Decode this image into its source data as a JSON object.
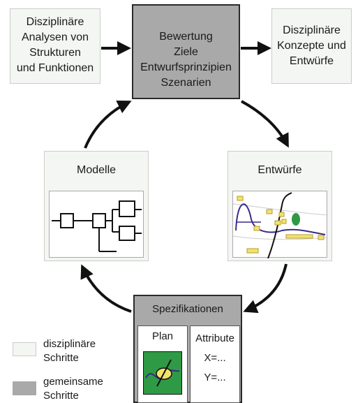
{
  "boxes": {
    "analysis": [
      "Disziplinäre",
      "Analysen von",
      "Strukturen",
      "und Funktionen"
    ],
    "center": [
      "Bewertung",
      "Ziele",
      "Entwurfsprinzipien",
      "Szenarien"
    ],
    "concepts": [
      "Disziplinäre",
      "Konzepte und",
      "Entwürfe"
    ],
    "models": "Modelle",
    "designs": "Entwürfe",
    "spec": "Spezifikationen",
    "plan": "Plan",
    "attributes": [
      "Attribute",
      "X=...",
      "Y=..."
    ]
  },
  "legend": {
    "disciplinary": [
      "disziplinäre",
      "Schritte"
    ],
    "common": [
      "gemeinsame",
      "Schritte"
    ]
  },
  "colors": {
    "light_box": "#f4f6f3",
    "dark_box": "#a9a9a9",
    "curve": "#3a2a8a",
    "marker": "#f2e36b",
    "plan_bg": "#2f9a45"
  }
}
